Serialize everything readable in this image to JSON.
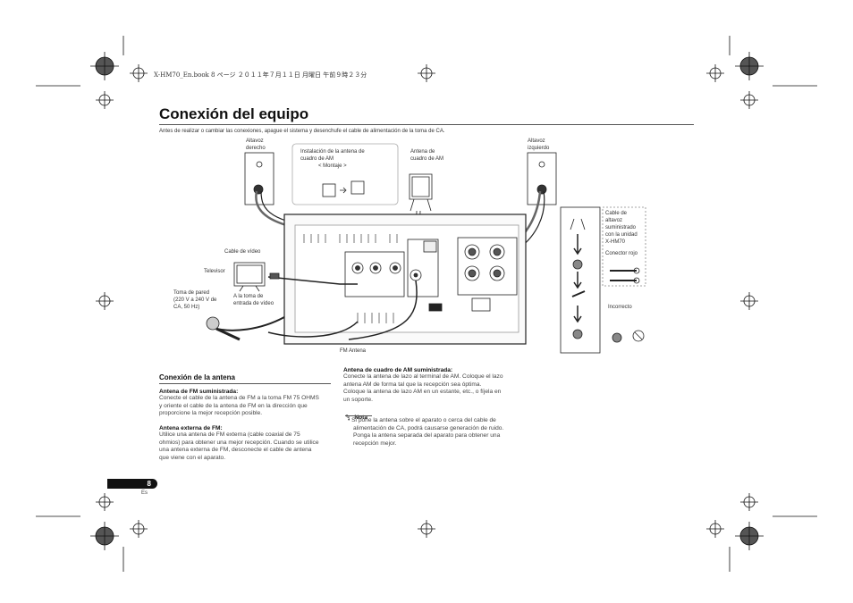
{
  "header": {
    "file_info": "X-HM70_En.book  8 ページ  ２０１１年７月１１日  月曜日  午前９時２３分"
  },
  "title": "Conexión del equipo",
  "intro": "Antes de realizar o cambiar las conexiones, apague el sistema y desenchufe el cable de alimentación de la toma de CA.",
  "diagram": {
    "speaker_right": [
      "Altavoz",
      "derecho"
    ],
    "speaker_left": [
      "Altavoz",
      "izquierdo"
    ],
    "antenna_install": [
      "Instalación de la antena de",
      "cuadro de AM",
      "< Montaje >"
    ],
    "am_antenna": [
      "Antena de",
      "cuadro de AM"
    ],
    "video_cable": "Cable de vídeo",
    "tv": "Televisor",
    "wall_outlet": [
      "Toma de pared",
      "(220 V a 240 V de",
      "CA, 50 Hz)"
    ],
    "video_input": [
      "A la toma de",
      "entrada de vídeo"
    ],
    "fm_antenna": "FM Antena",
    "supplied_cable": [
      "Cable de",
      "altavoz",
      "suministrado",
      "con la unidad",
      "X-HM70"
    ],
    "red_connector": "Conector rojo",
    "incorrect": "Incorrecto"
  },
  "section": {
    "heading": "Conexión de la antena",
    "fm_supplied": {
      "heading": "Antena de FM suministrada:",
      "lines": [
        "Conecte el cable de la antena de FM a la toma FM 75 OHMS",
        "y oriente el cable de la antena de FM en la dirección que",
        "proporcione la mejor recepción posible."
      ]
    },
    "fm_external": {
      "heading": "Antena externa de FM:",
      "lines": [
        "Utilice una antena de FM externa (cable coaxial de 75",
        "ohmios) para obtener una mejor recepción. Cuando se utilice",
        "una antena externa de FM, desconecte el cable de antena",
        "que viene con el aparato."
      ]
    },
    "am_supplied": {
      "heading": "Antena de cuadro de AM suministrada:",
      "lines": [
        "Conecte la antena de lazo al terminal de AM. Coloque el lazo",
        "antena AM de forma tal que la recepción sea óptima.",
        "Coloque la antena de lazo AM en un estante, etc., o fíjela en",
        "un soporte."
      ]
    },
    "note": {
      "label": "Nota",
      "lines": [
        "• Si pone la antena sobre el aparato o cerca del cable de",
        "alimentación de CA, podrá causarse generación de ruido.",
        "Ponga la antena separada del aparato para obtener una",
        "recepción mejor."
      ]
    }
  },
  "footer": {
    "page_number": "8",
    "language": "Es"
  }
}
